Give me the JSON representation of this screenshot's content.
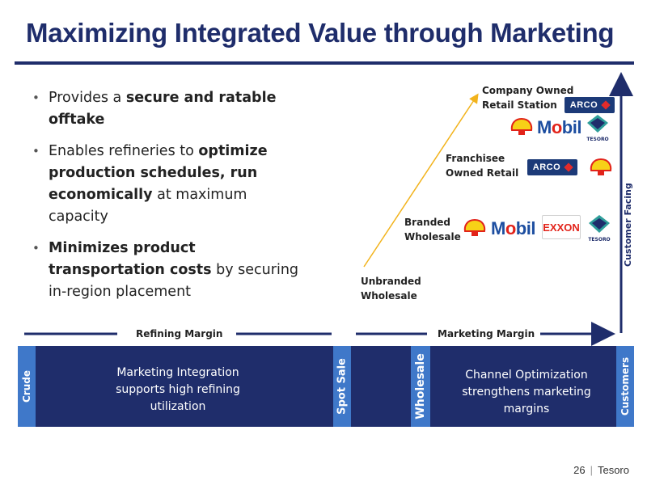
{
  "slide": {
    "title": "Maximizing Integrated Value through Marketing"
  },
  "bullets": [
    {
      "pre": "Provides a ",
      "bold": "secure and ratable offtake",
      "post": ""
    },
    {
      "pre": "Enables refineries to ",
      "bold": "optimize production schedules, run economically",
      "post": " at maximum capacity"
    },
    {
      "pre": "",
      "bold": "Minimizes product transportation costs",
      "post": " by securing in-region placement"
    }
  ],
  "ladder": {
    "company_owned": [
      "Company Owned",
      "Retail Station"
    ],
    "franchisee": [
      "Franchisee",
      "Owned Retail"
    ],
    "branded": [
      "Branded",
      "Wholesale"
    ],
    "unbranded": [
      "Unbranded",
      "Wholesale"
    ]
  },
  "logos": {
    "arco": "ARCO",
    "mobil_prefix": "M",
    "mobil_o": "o",
    "mobil_suffix": "bil",
    "exxon": "EXXON",
    "tesoro": "TESORO"
  },
  "axis": {
    "customer_facing": "Customer Facing",
    "refining_margin": "Refining Margin",
    "marketing_margin": "Marketing Margin"
  },
  "band": {
    "crude": "Crude",
    "integration_text": "Marketing Integration supports high refining utilization",
    "spot_sale": "Spot Sale",
    "wholesale": "Wholesale",
    "channel_text": "Channel Optimization strengthens marketing margins",
    "customers": "Customers"
  },
  "footer": {
    "page_number": "26",
    "separator": "|",
    "company": "Tesoro"
  },
  "colors": {
    "navy": "#1f2d6b",
    "cap_blue": "#3f78c9",
    "ladder_arrow": "#f2b31c"
  }
}
